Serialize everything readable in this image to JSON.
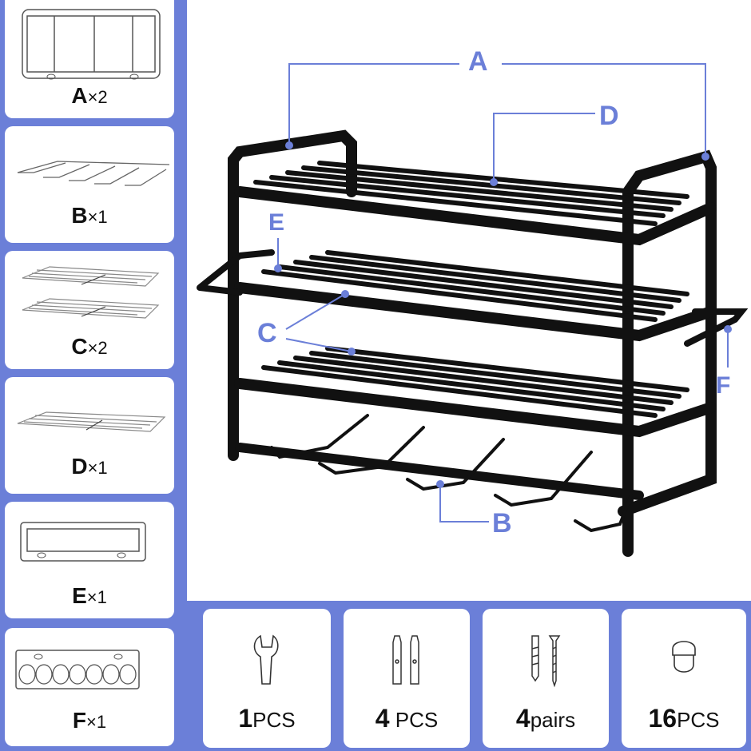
{
  "colors": {
    "frame": "#6b7fd8",
    "callout": "#6b7fd8",
    "rack": "#111111"
  },
  "parts": [
    {
      "letter": "A",
      "qty": "×2",
      "icon": "side-frame-icon"
    },
    {
      "letter": "B",
      "qty": "×1",
      "icon": "hook-rack-icon"
    },
    {
      "letter": "C",
      "qty": "×2",
      "icon": "wire-shelf-pair-icon"
    },
    {
      "letter": "D",
      "qty": "×1",
      "icon": "wire-shelf-icon"
    },
    {
      "letter": "E",
      "qty": "×1",
      "icon": "slot-panel-icon"
    },
    {
      "letter": "F",
      "qty": "×1",
      "icon": "hole-panel-icon"
    }
  ],
  "callouts": {
    "a": "A",
    "b": "B",
    "c": "C",
    "d": "D",
    "e": "E",
    "f": "F"
  },
  "hardware": [
    {
      "num": "1",
      "unit": "PCS",
      "icon": "wrench-icon"
    },
    {
      "num": "4",
      "unit": " PCS",
      "icon": "expansion-bolt-icon"
    },
    {
      "num": "4",
      "unit": "pairs",
      "icon": "anchor-screw-icon"
    },
    {
      "num": "16",
      "unit": "PCS",
      "icon": "rubber-bumper-icon"
    }
  ]
}
